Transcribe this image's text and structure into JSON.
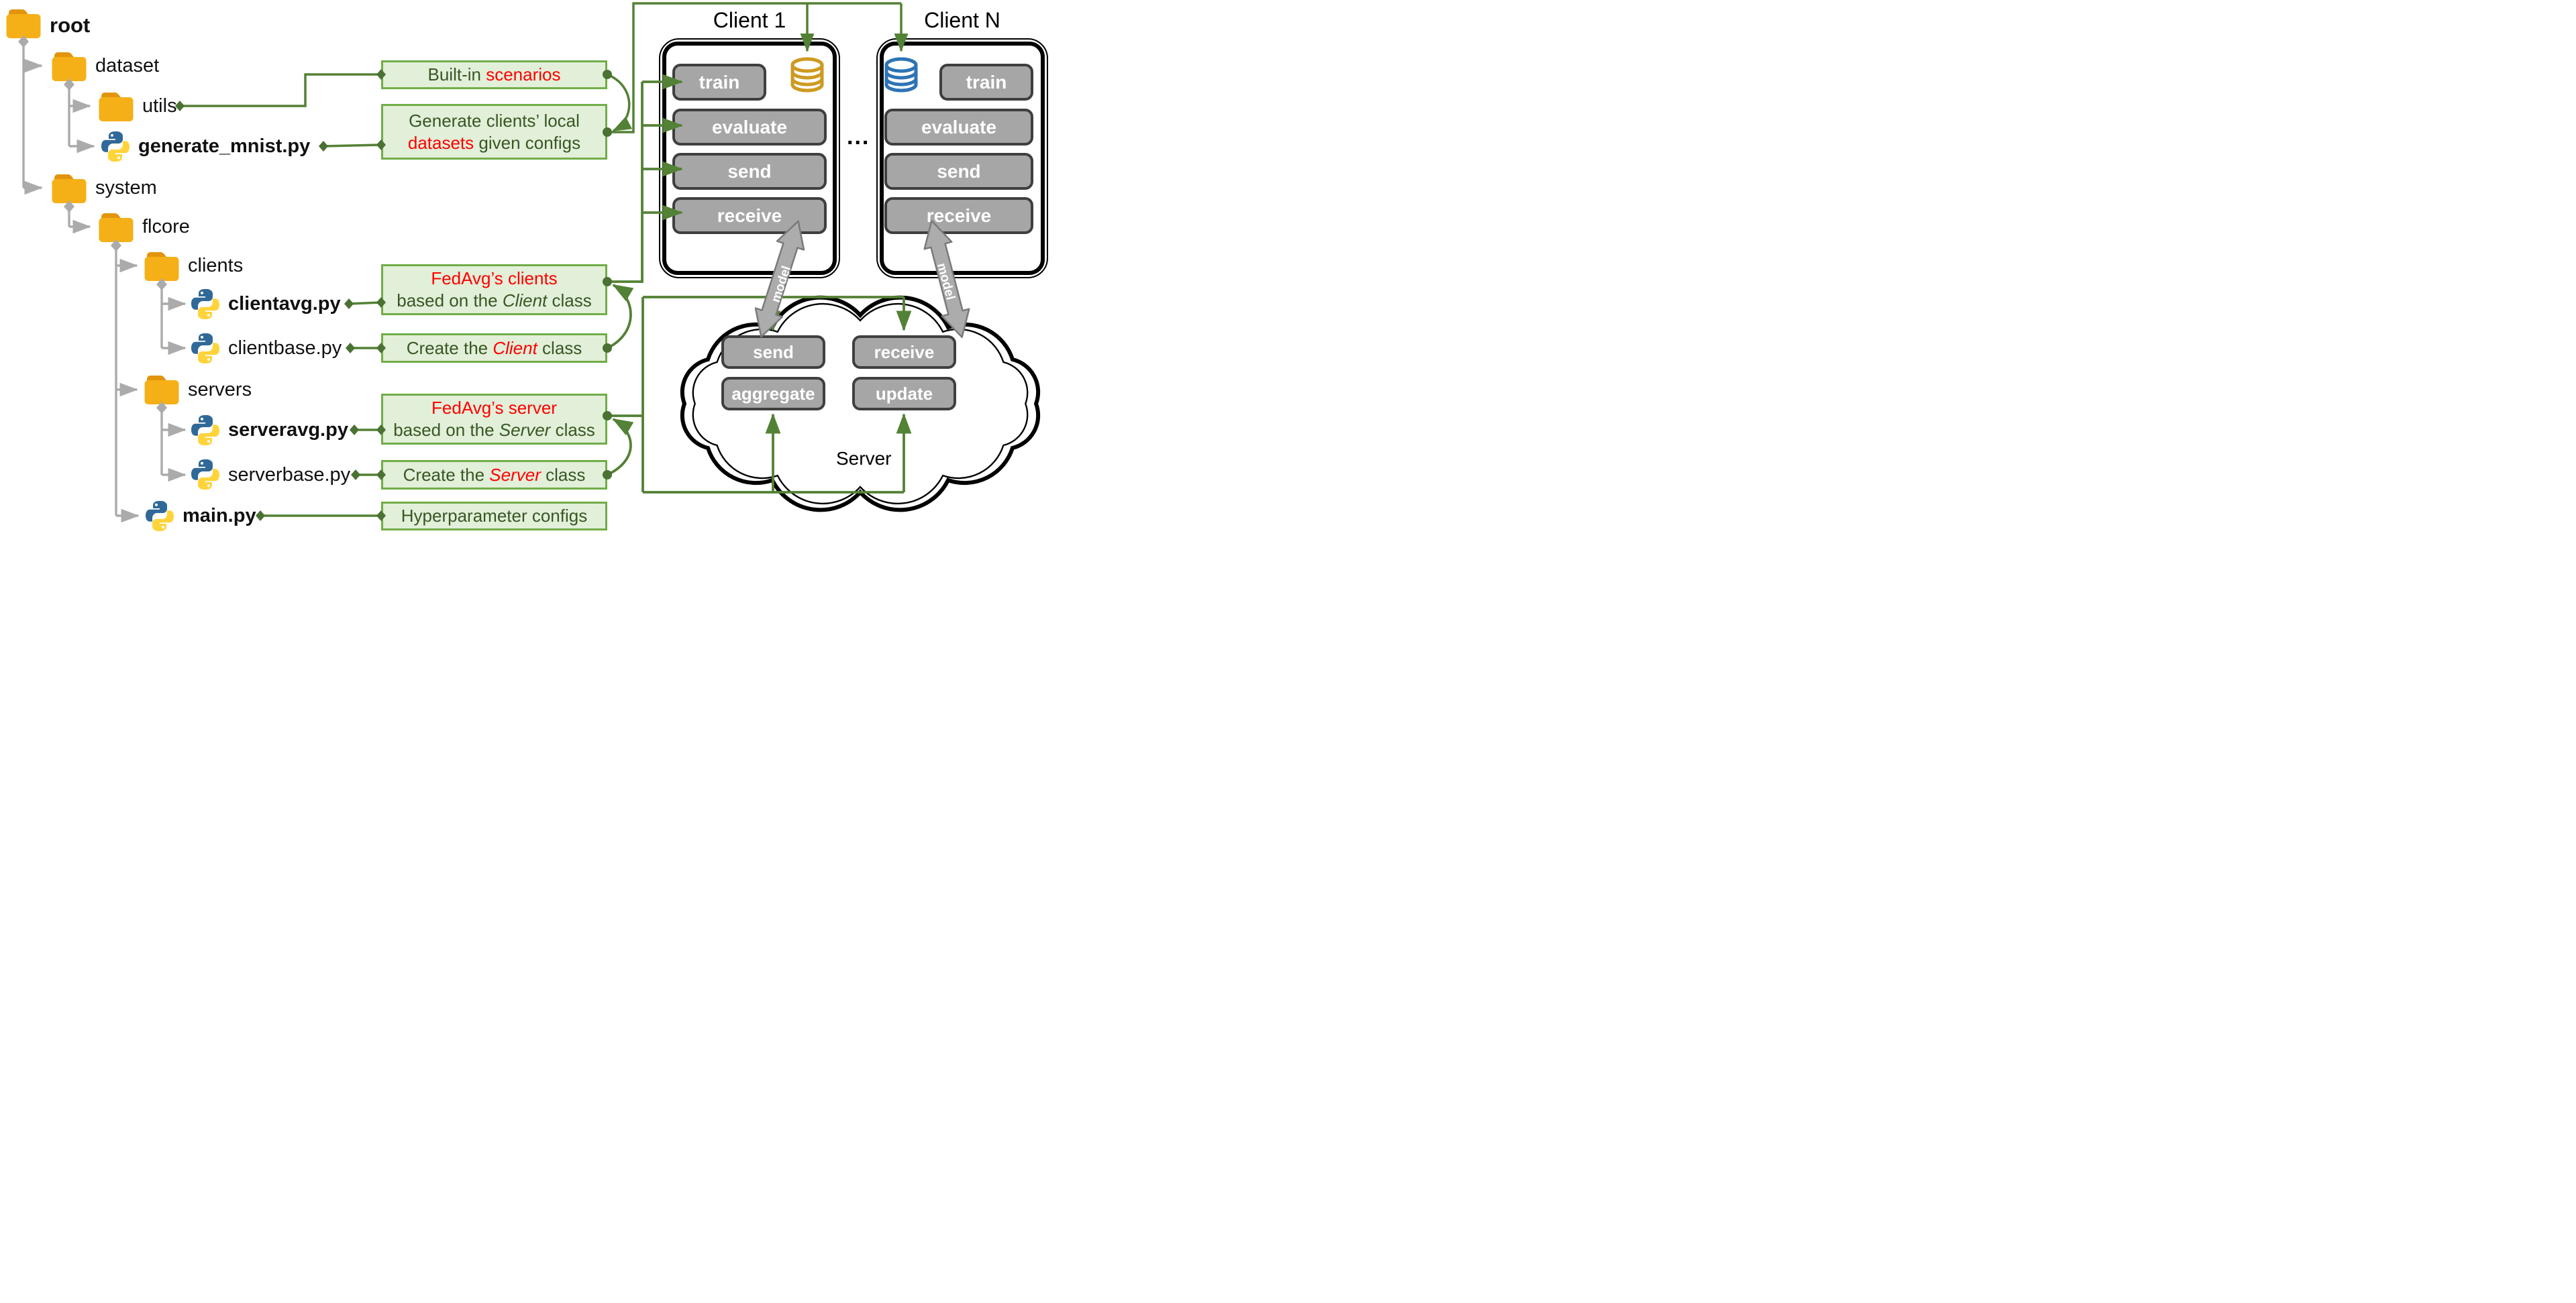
{
  "tree": {
    "items": [
      {
        "label": "root",
        "type": "folder",
        "bold": true
      },
      {
        "label": "dataset",
        "type": "folder",
        "bold": false
      },
      {
        "label": "utils",
        "type": "folder",
        "bold": false
      },
      {
        "label": "generate_mnist.py",
        "type": "python",
        "bold": true
      },
      {
        "label": "system",
        "type": "folder",
        "bold": false
      },
      {
        "label": "flcore",
        "type": "folder",
        "bold": false
      },
      {
        "label": "clients",
        "type": "folder",
        "bold": false
      },
      {
        "label": "clientavg.py",
        "type": "python",
        "bold": true
      },
      {
        "label": "clientbase.py",
        "type": "python",
        "bold": false
      },
      {
        "label": "servers",
        "type": "folder",
        "bold": false
      },
      {
        "label": "serveravg.py",
        "type": "python",
        "bold": true
      },
      {
        "label": "serverbase.py",
        "type": "python",
        "bold": false
      },
      {
        "label": "main.py",
        "type": "python",
        "bold": true
      }
    ]
  },
  "flow_boxes": {
    "builtin": {
      "green": "Built-in ",
      "red": "scenarios"
    },
    "generate": {
      "line1": "Generate clients’ local",
      "red": "datasets",
      "green": " given configs"
    },
    "fedavg_clients": {
      "red": "FedAvg’s clients",
      "pre": "based on the ",
      "em": "Client",
      "post": " class"
    },
    "create_client": {
      "pre": "Create the ",
      "em": "Client",
      "post": " class"
    },
    "fedavg_server": {
      "red": "FedAvg’s server",
      "pre": "based on the ",
      "em": "Server",
      "post": " class"
    },
    "create_server": {
      "pre": "Create the ",
      "em": "Server",
      "post": " class"
    },
    "hyper": {
      "text": "Hyperparameter configs"
    }
  },
  "clients": {
    "client1": {
      "title": "Client 1",
      "functions": [
        "train",
        "evaluate",
        "send",
        "receive"
      ]
    },
    "clientN": {
      "title": "Client N",
      "functions": [
        "train",
        "evaluate",
        "send",
        "receive"
      ]
    },
    "ellipsis": "..."
  },
  "server_cloud": {
    "label": "Server",
    "functions": [
      "send",
      "receive",
      "aggregate",
      "update"
    ]
  },
  "connector": {
    "model_label": "model"
  },
  "colors": {
    "accent_green": "#538135",
    "box_fill": "#E2EFD9",
    "box_border": "#70AD47",
    "text_green": "#385723",
    "text_red": "#FF0000",
    "tree_gray": "#ABABAB",
    "folder": "#F5B017",
    "folder_tab": "#E2940D",
    "python_blue": "#306998",
    "python_yellow": "#FFD43B",
    "button_fill": "#A6A6A6",
    "button_border": "#3F3F3F",
    "db_gold": "#CE9A22",
    "db_blue": "#2E74B5"
  }
}
